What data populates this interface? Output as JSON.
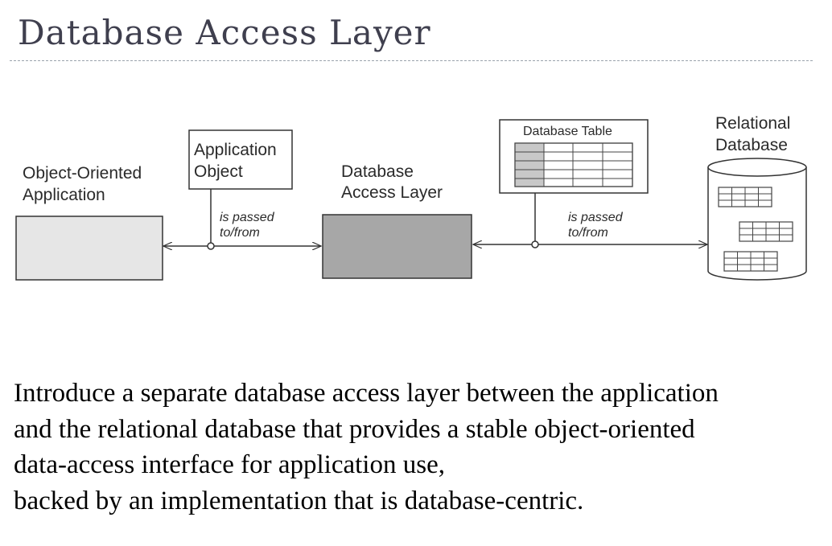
{
  "slide": {
    "title": "Database Access Layer"
  },
  "diagram": {
    "oo_app_label": [
      "Object-Oriented",
      "Application"
    ],
    "app_object_label": [
      "Application",
      "Object"
    ],
    "dal_label": [
      "Database",
      "Access Layer"
    ],
    "db_table_label": "Database Table",
    "rel_db_label": [
      "Relational",
      "Database"
    ],
    "passed_left": [
      "is passed",
      "to/from"
    ],
    "passed_right": [
      "is passed",
      "to/from"
    ]
  },
  "body": {
    "lines": [
      "Introduce a separate database access layer between the application",
      "and the relational database that provides a stable object-oriented",
      "data-access interface for application use,",
      "backed by an implementation that is database-centric."
    ]
  }
}
